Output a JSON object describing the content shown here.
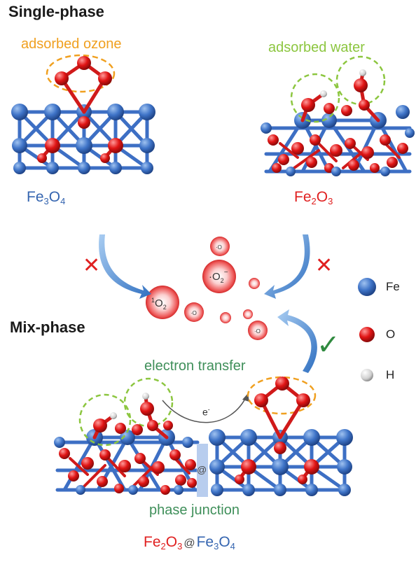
{
  "headings": {
    "single_phase": "Single-phase",
    "mix_phase": "Mix-phase"
  },
  "annotations": {
    "adsorbed_ozone": "adsorbed ozone",
    "adsorbed_water": "adsorbed water",
    "electron_transfer": "electron transfer",
    "phase_junction": "phase junction",
    "electron": "e",
    "electron_sup": "-",
    "junction_symbol": "@"
  },
  "formulas": {
    "fe3o4": {
      "a": "Fe",
      "b": "3",
      "c": "O",
      "d": "4"
    },
    "fe2o3": {
      "a": "Fe",
      "b": "2",
      "c": "O",
      "d": "3"
    },
    "composite": {
      "a": "Fe",
      "b": "2",
      "c": "O",
      "d": "3",
      "at": "@",
      "e": "Fe",
      "f": "3",
      "g": "O",
      "h": "4"
    }
  },
  "reactive_species": {
    "singlet_oxygen": {
      "sup": "1",
      "base": "O",
      "sub": "2"
    },
    "superoxide": {
      "dot": "·",
      "base": "O",
      "sub": "2",
      "sup": "−"
    }
  },
  "marks": {
    "blocked_left": "✕",
    "blocked_right": "✕",
    "allowed": "✓"
  },
  "legend": [
    {
      "label": "Fe",
      "color": "#2f5fb0"
    },
    {
      "label": "O",
      "color": "#d01018"
    },
    {
      "label": "H",
      "color": "#d8d8d8"
    }
  ],
  "colors": {
    "fe": "#4a7fd0",
    "o": "#e01c1c",
    "ozone_ring": "#f0a020",
    "water_ring": "#8cc63f",
    "fe3o4_text": "#3565b0",
    "fe2o3_text": "#e02020",
    "green_text": "#3f8f5a",
    "arrow": "#4a90d9",
    "cross": "#e02020",
    "check": "#2f8a3f"
  }
}
